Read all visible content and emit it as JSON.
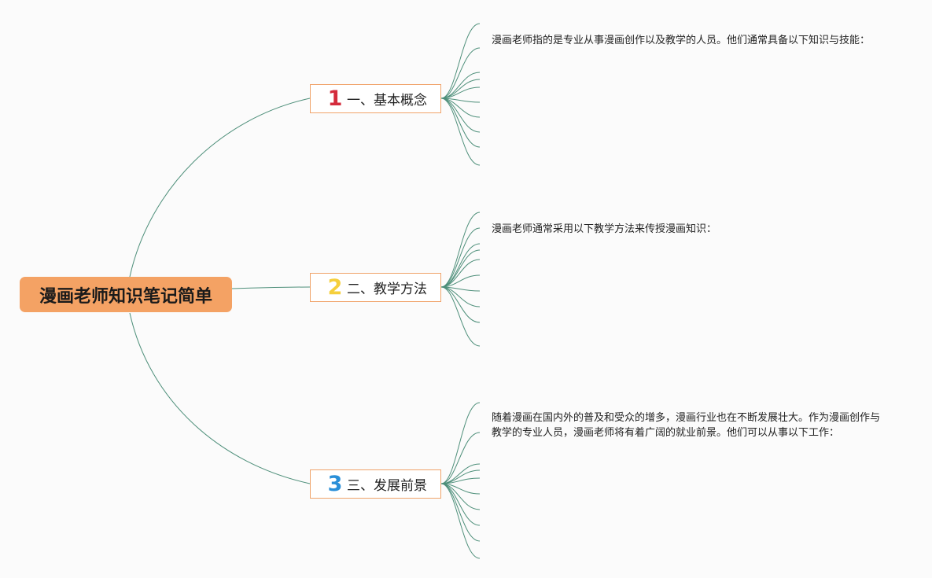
{
  "root": {
    "label": "漫画老师知识笔记简单"
  },
  "branches": [
    {
      "number": "1",
      "number_color": "#d42b3c",
      "label": "一、基本概念",
      "note": "漫画老师指的是专业从事漫画创作以及教学的人员。他们通常具备以下知识与技能："
    },
    {
      "number": "2",
      "number_color": "#f5cf3c",
      "label": "二、教学方法",
      "note": "漫画老师通常采用以下教学方法来传授漫画知识："
    },
    {
      "number": "3",
      "number_color": "#2a8fd8",
      "label": "三、发展前景",
      "note": "随着漫画在国内外的普及和受众的增多，漫画行业也在不断发展壮大。作为漫画创作与教学的专业人员，漫画老师将有着广阔的就业前景。他们可以从事以下工作："
    }
  ],
  "colors": {
    "root_fill": "#f4a264",
    "branch_border": "#f0a36a",
    "connector": "#4e8f7a"
  }
}
